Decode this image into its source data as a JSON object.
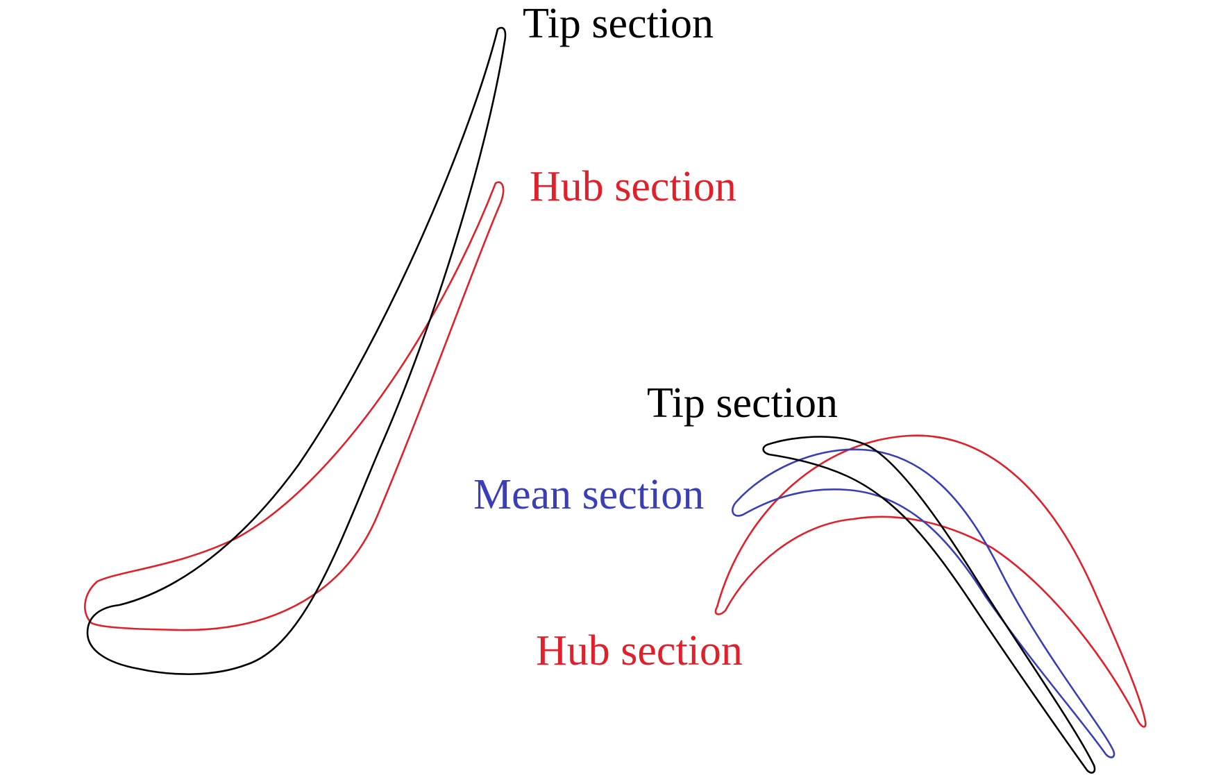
{
  "colors": {
    "tip": "#000000",
    "mean": "#3a3fb5",
    "hub": "#e0202a",
    "background": "#ffffff"
  },
  "rotor": {
    "tip_label": "Tip section",
    "hub_label": "Hub section"
  },
  "stator": {
    "tip_label": "Tip section",
    "mean_label": "Mean section",
    "hub_label": "Hub section"
  }
}
